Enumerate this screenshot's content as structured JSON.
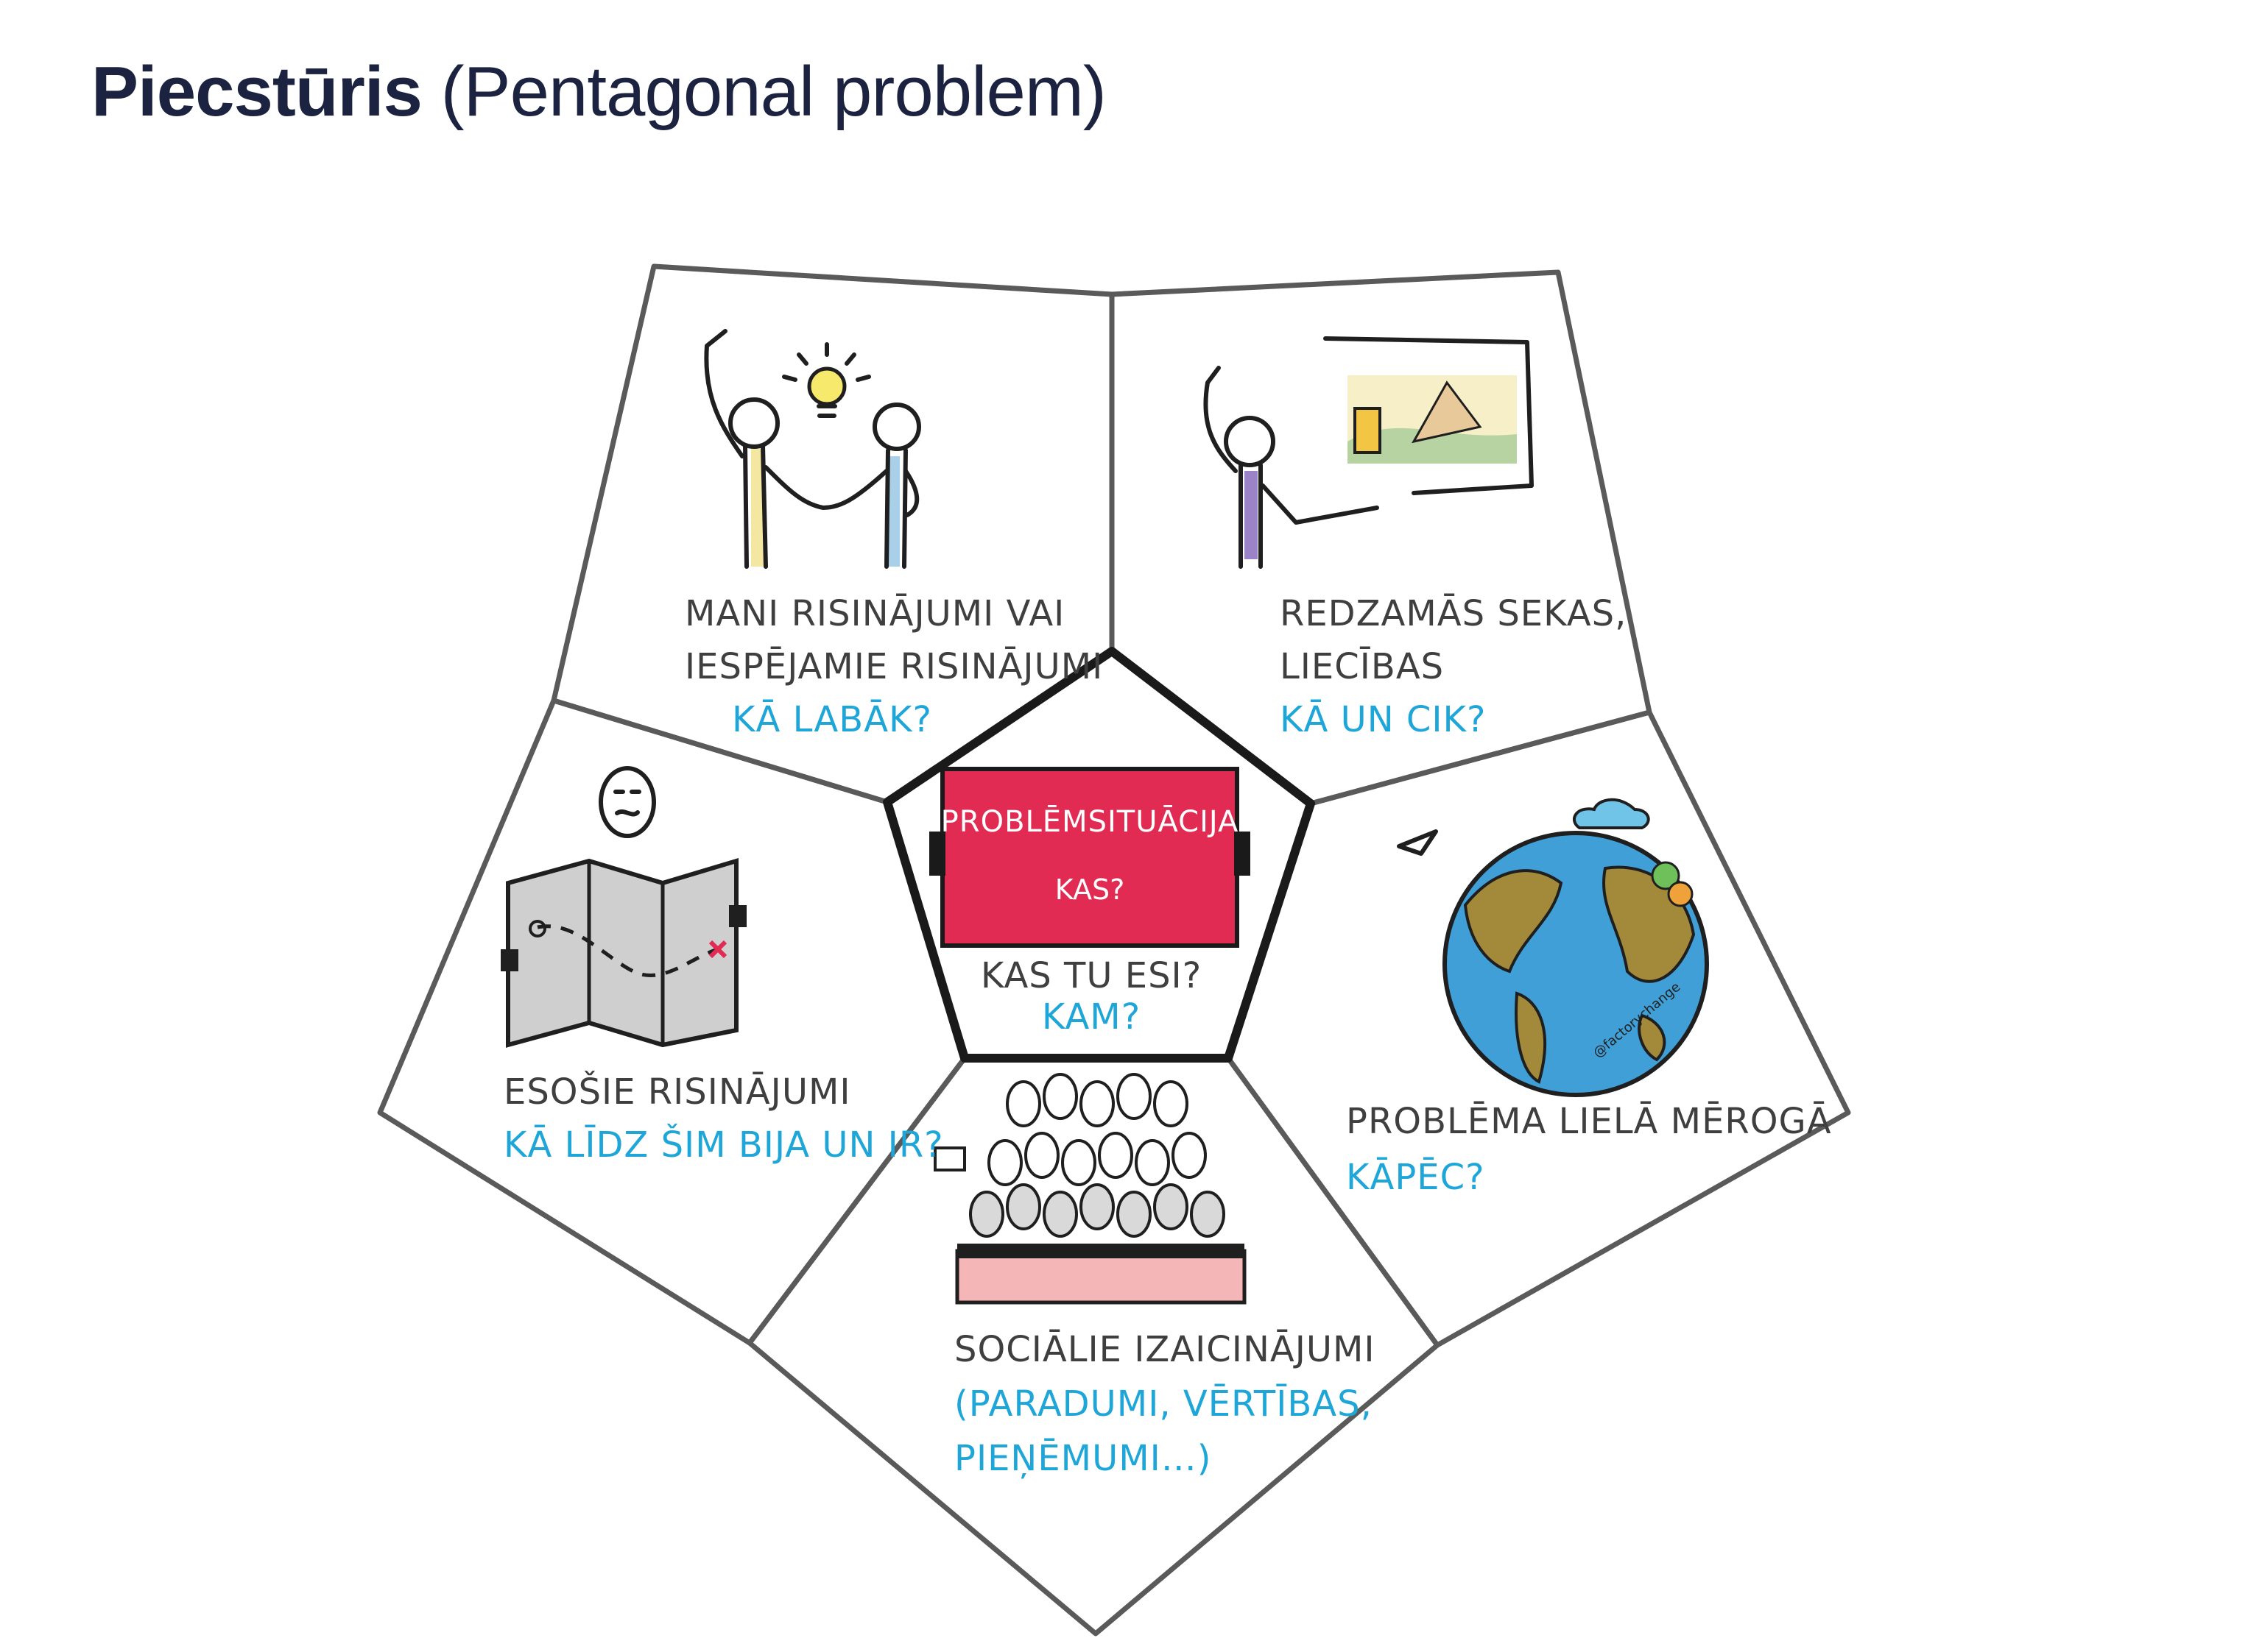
{
  "title": {
    "bold": "Piecstūris",
    "rest": "(Pentagonal problem)"
  },
  "colors": {
    "title": "#1c2340",
    "label": "#3f3f3f",
    "question": "#1fa6d8",
    "banner": "#e22b52",
    "outline": "#5a5a5a"
  },
  "center": {
    "banner_title": "PROBLĒMSITUĀCIJA",
    "banner_question": "KAS?",
    "label": "KAS TU ESI?",
    "question": "KAM?"
  },
  "segments": {
    "top_left": {
      "icon": "handshake-people-icon",
      "line1": "MANI RISINĀJUMI VAI",
      "line2": "IESPĒJAMIE RISINĀJUMI",
      "question": "KĀ LABĀK?"
    },
    "top_right": {
      "icon": "sad-presenter-icon",
      "line1": "REDZAMĀS SEKAS,",
      "line2": "LIECĪBAS",
      "question": "KĀ UN CIK?"
    },
    "right": {
      "icon": "earth-globe-icon",
      "line1": "PROBLĒMA LIELĀ MĒROGĀ",
      "question": "KĀPĒC?",
      "signature": "@factorychange"
    },
    "bottom": {
      "icon": "crowd-icon",
      "line1": "SOCIĀLIE IZAICINĀJUMI",
      "line2": "(PARADUMI, VĒRTĪBAS,",
      "line3": "PIEŅĒMUMI…)"
    },
    "left": {
      "icon": "treasure-map-icon",
      "line1": "ESOŠIE RISINĀJUMI",
      "question": "KĀ LĪDZ ŠIM BIJA UN IR?"
    }
  }
}
